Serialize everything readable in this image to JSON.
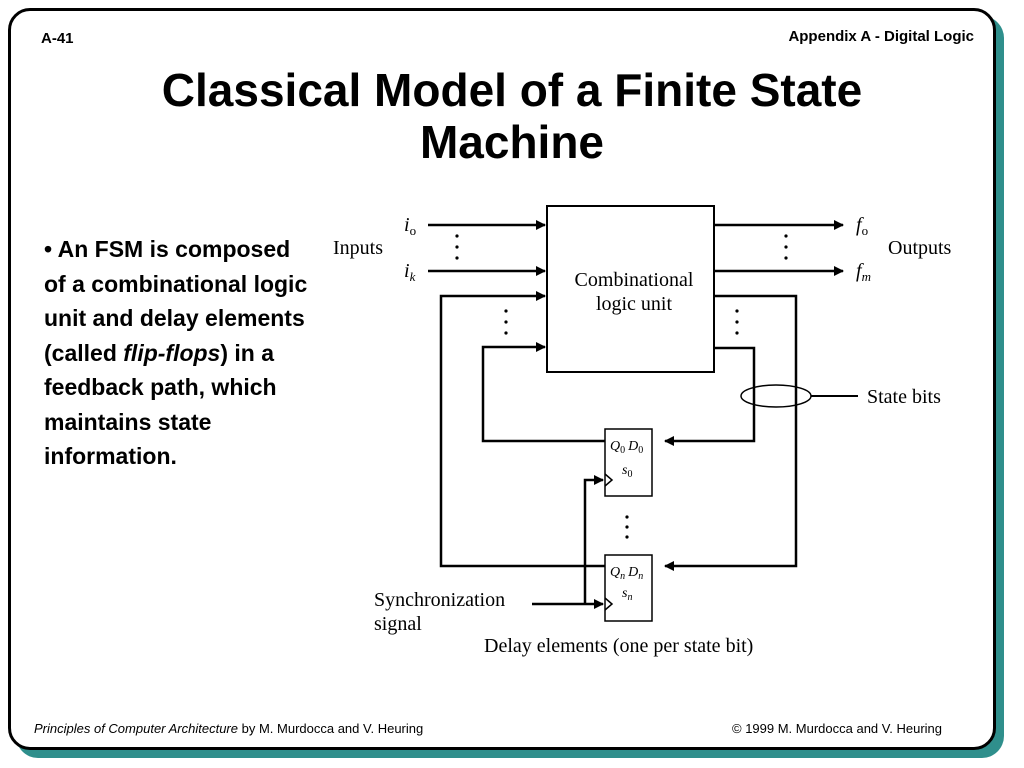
{
  "header": {
    "slide_number": "A-41",
    "chapter": "Appendix A - Digital Logic"
  },
  "title": {
    "line1": "Classical Model of a Finite State",
    "line2": "Machine"
  },
  "bullet": {
    "marker": "•",
    "text_before": " An FSM is composed of a combinational logic unit and delay elements (called ",
    "emphasis": "flip-flops",
    "text_after": ") in a feedback path, which maintains state information."
  },
  "diagram": {
    "inputs_label": "Inputs",
    "outputs_label": "Outputs",
    "input_first": {
      "base": "i",
      "sub": "o"
    },
    "input_last": {
      "base": "i",
      "sub": "k"
    },
    "output_first": {
      "base": "f",
      "sub": "o"
    },
    "output_last": {
      "base": "f",
      "sub": "m"
    },
    "logic_unit_line1": "Combinational",
    "logic_unit_line2": "logic unit",
    "state_bits_label": "State bits",
    "flipflop_first": {
      "q": "Q",
      "q_sub": "0",
      "d": "D",
      "d_sub": "0",
      "s": "s",
      "s_sub": "0"
    },
    "flipflop_last": {
      "q": "Q",
      "q_sub": "n",
      "d": "D",
      "d_sub": "n",
      "s": "s",
      "s_sub": "n"
    },
    "sync_line1": "Synchronization",
    "sync_line2": "signal",
    "delay_caption": "Delay elements (one per state bit)"
  },
  "footer": {
    "book_title": "Principles of Computer Architecture",
    "authors": " by M. Murdocca and V. Heuring",
    "copyright": "© 1999 M. Murdocca and V. Heuring"
  },
  "colors": {
    "frame_shadow": "#2f8f8c",
    "ink": "#000000"
  }
}
